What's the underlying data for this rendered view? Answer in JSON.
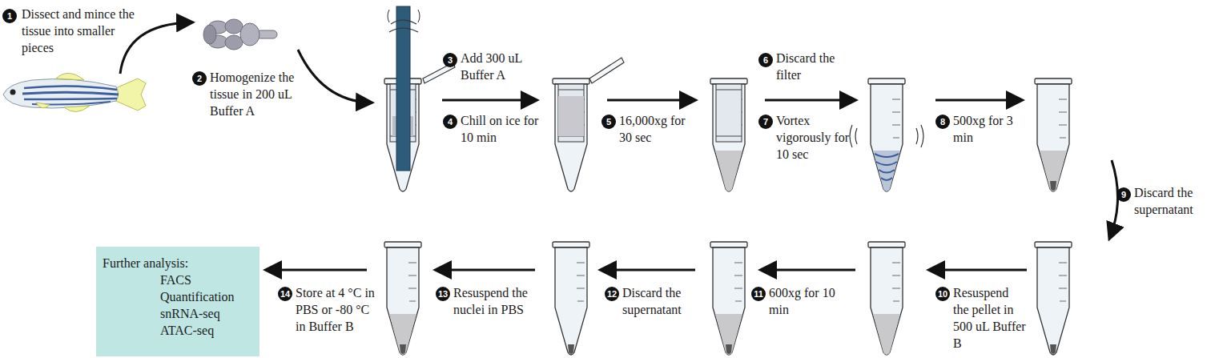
{
  "diagram": {
    "nodes": [
      {
        "text": [
          "1"
        ]
      },
      {
        "text": [
          "2"
        ]
      },
      {
        "text": [
          "3"
        ]
      },
      {
        "text": [
          "4"
        ]
      },
      {
        "text": [
          "5"
        ]
      },
      {
        "text": [
          "6"
        ]
      },
      {
        "text": [
          "7"
        ]
      },
      {
        "text": [
          "8"
        ]
      },
      {
        "text": [
          "9"
        ]
      },
      {
        "text": [
          "10"
        ]
      },
      {
        "text": [
          "11"
        ]
      },
      {
        "text": [
          "12"
        ]
      },
      {
        "text": [
          "13"
        ]
      },
      {
        "text": [
          "14"
        ]
      },
      {
        "text": [
          "Further analysis:",
          "FACS",
          "Quantification",
          "snRNA-seq",
          "ATAC-seq"
        ]
      }
    ],
    "labels": [
      "Dissect and mince the tissue into smaller pieces",
      "Homogenize the tissue in 200 uL Buffer A",
      "Add 300 uL Buffer A",
      "Chill on ice for 10 min",
      "16,000xg for 30 sec",
      "Discard the filter",
      "Vortex vigorously for 10 sec",
      "500xg for 3 min",
      "Discard the supernatant",
      "Resuspend the pellet in 500 uL Buffer B",
      "600xg for 10 min",
      "Discard the supernatant",
      "Resuspend the nuclei in PBS",
      "Store at 4 °C in PBS or -80 °C in Buffer B"
    ]
  }
}
